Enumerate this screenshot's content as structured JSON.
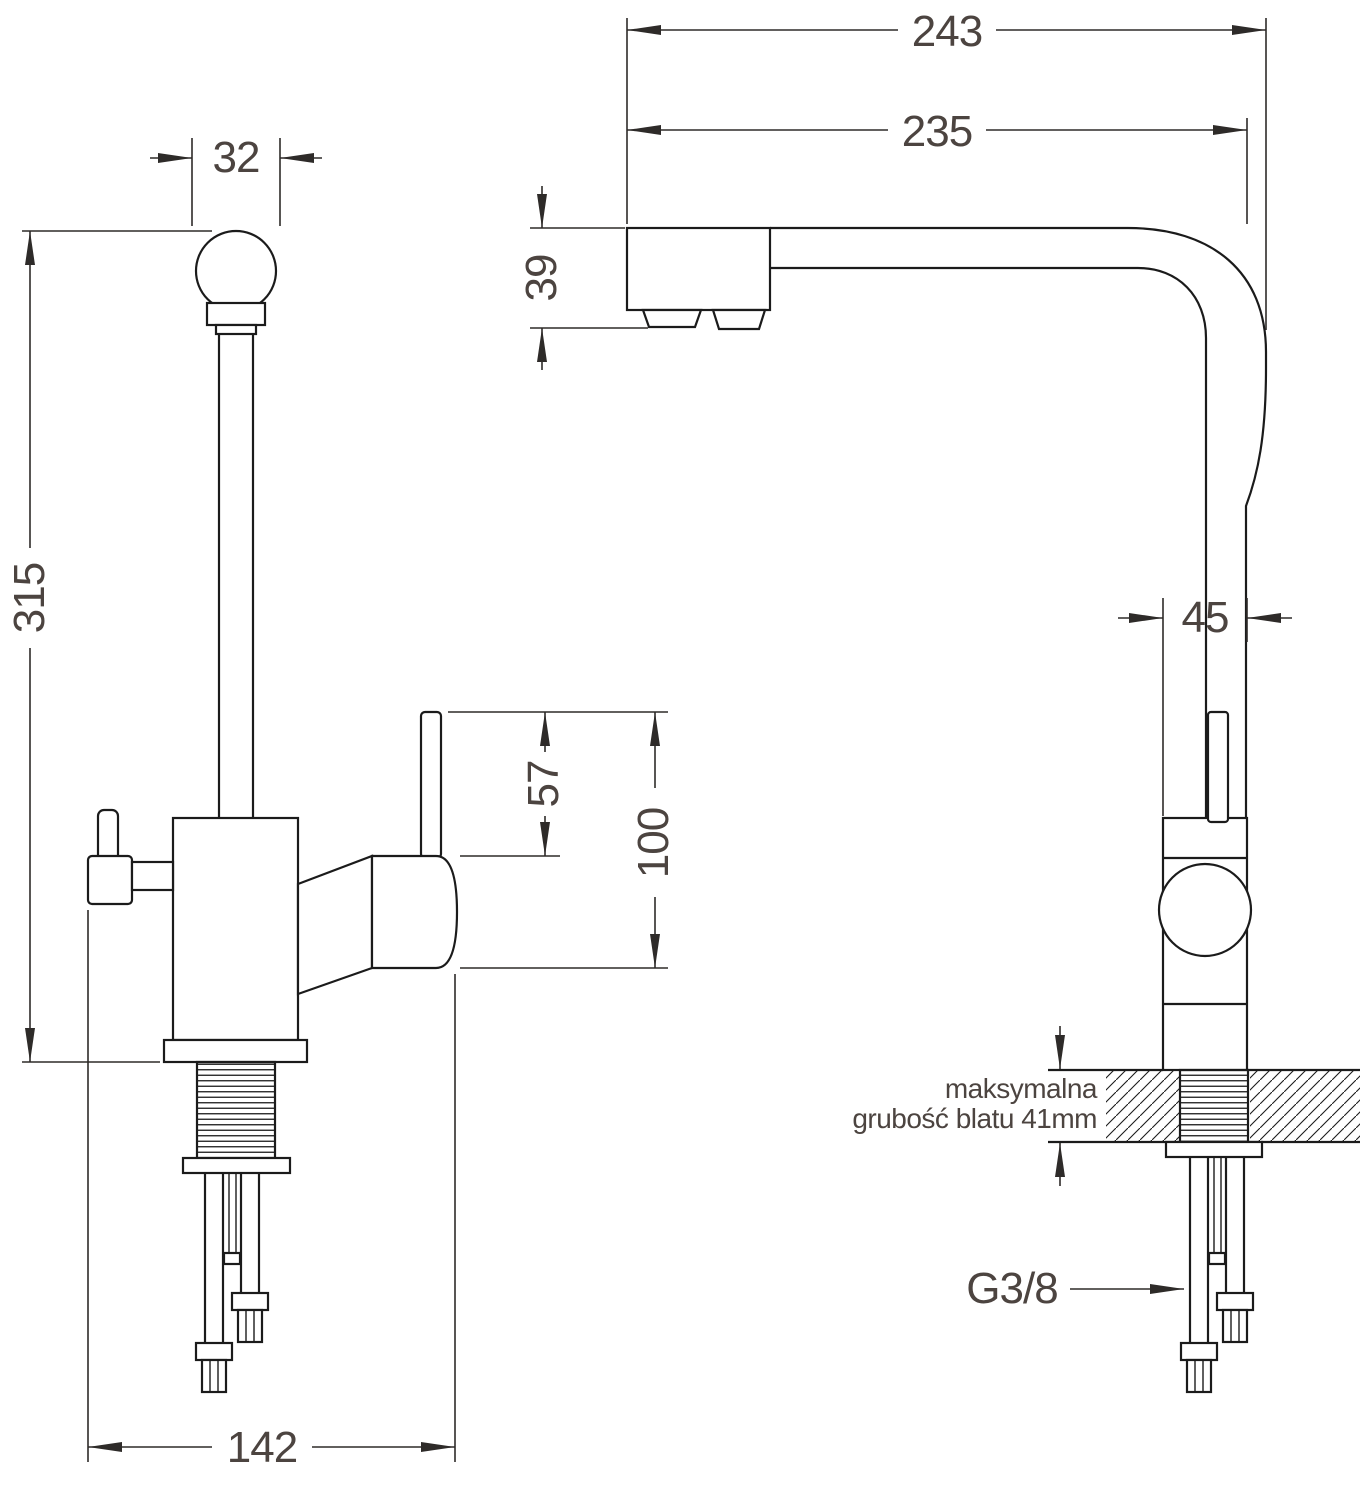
{
  "drawing": {
    "type": "technical-dimension-drawing",
    "subject": "kitchen faucet two-view dimension drawing",
    "labels": {
      "dim_width_top": "32",
      "dim_height_total": "315",
      "dim_handle_upper": "57",
      "dim_handle_total": "100",
      "dim_base_width": "142",
      "dim_overall_depth": "243",
      "dim_spout_reach": "235",
      "dim_spout_height": "39",
      "dim_body_width": "45",
      "thread_label": "G3/8",
      "note_line1": "maksymalna",
      "note_line2": "grubość blatu 41mm"
    },
    "colors": {
      "line": "#1b1b1b",
      "dimension_text": "#4c4440",
      "background": "#ffffff"
    }
  }
}
